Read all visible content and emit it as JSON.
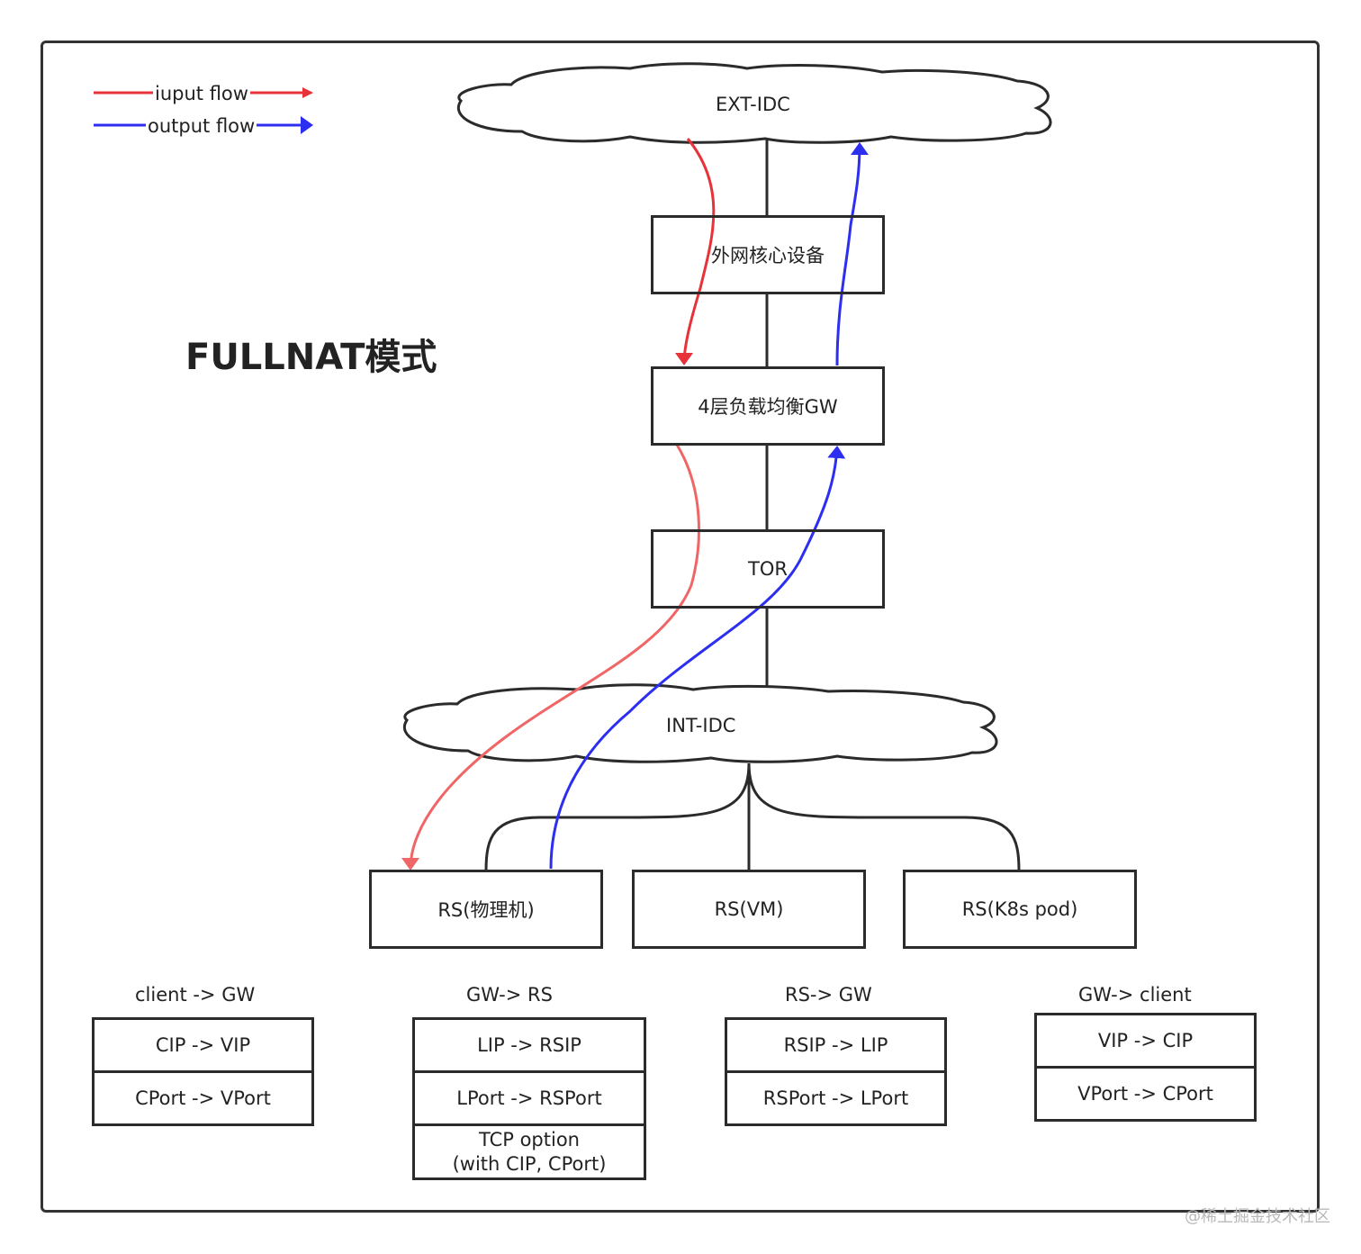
{
  "title": "FULLNAT模式",
  "legend": {
    "input_label": "iuput flow",
    "output_label": "output flow",
    "input_color": "#e8323a",
    "output_color": "#2c2ef0"
  },
  "clouds": {
    "ext": "EXT-IDC",
    "int": "INT-IDC"
  },
  "nodes": {
    "core": "外网核心设备",
    "gw": "4层负载均衡GW",
    "tor": "TOR",
    "rs_physical": "RS(物理机)",
    "rs_vm": "RS(VM)",
    "rs_k8s": "RS(K8s pod)"
  },
  "tables": [
    {
      "heading": "client -> GW",
      "rows": [
        "CIP -> VIP",
        "CPort -> VPort"
      ]
    },
    {
      "heading": "GW-> RS",
      "rows": [
        "LIP -> RSIP",
        "LPort -> RSPort",
        "TCP option\n(with CIP, CPort)"
      ]
    },
    {
      "heading": "RS-> GW",
      "rows": [
        "RSIP -> LIP",
        "RSPort -> LPort"
      ]
    },
    {
      "heading": "GW-> client",
      "rows": [
        "VIP -> CIP",
        "VPort -> CPort"
      ]
    }
  ],
  "watermark": "@稀土掘金技术社区"
}
